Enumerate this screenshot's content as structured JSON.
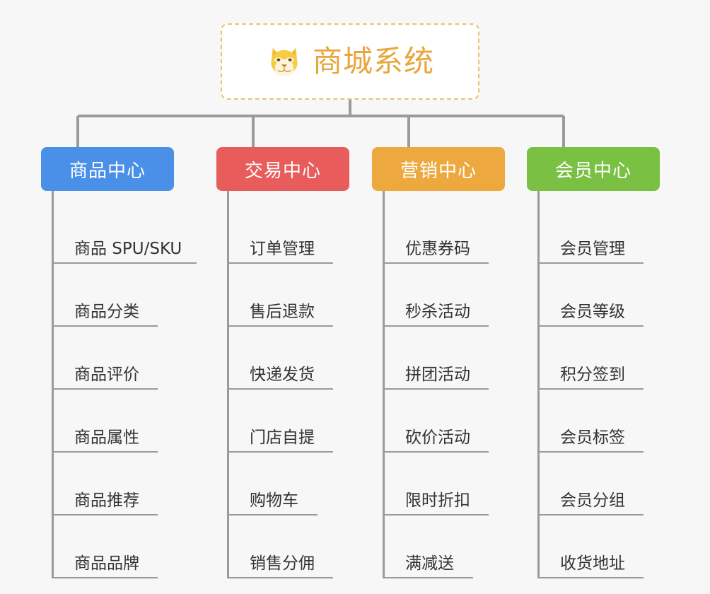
{
  "background_color": "#f7f7f7",
  "root": {
    "title": "商城系统",
    "icon": "shiba-dog-face-icon",
    "text_color": "#e8a63c",
    "border_color": "#f0c070",
    "background": "#ffffff"
  },
  "connector_color": "#9a9a9a",
  "columns": [
    {
      "id": "product-center",
      "title": "商品中心",
      "color": "#4a90e8",
      "items": [
        {
          "label": "商品 SPU/SKU",
          "underline_width": 205
        },
        {
          "label": "商品分类",
          "underline_width": 150
        },
        {
          "label": "商品评价",
          "underline_width": 150
        },
        {
          "label": "商品属性",
          "underline_width": 150
        },
        {
          "label": "商品推荐",
          "underline_width": 150
        },
        {
          "label": "商品品牌",
          "underline_width": 150
        }
      ]
    },
    {
      "id": "trade-center",
      "title": "交易中心",
      "color": "#e85c5c",
      "items": [
        {
          "label": "订单管理",
          "underline_width": 150
        },
        {
          "label": "售后退款",
          "underline_width": 150
        },
        {
          "label": "快递发货",
          "underline_width": 150
        },
        {
          "label": "门店自提",
          "underline_width": 150
        },
        {
          "label": "购物车",
          "underline_width": 128
        },
        {
          "label": "销售分佣",
          "underline_width": 150
        }
      ]
    },
    {
      "id": "marketing-center",
      "title": "营销中心",
      "color": "#eda93e",
      "items": [
        {
          "label": "优惠券码",
          "underline_width": 150
        },
        {
          "label": "秒杀活动",
          "underline_width": 150
        },
        {
          "label": "拼团活动",
          "underline_width": 150
        },
        {
          "label": "砍价活动",
          "underline_width": 150
        },
        {
          "label": "限时折扣",
          "underline_width": 150
        },
        {
          "label": "满减送",
          "underline_width": 128
        }
      ]
    },
    {
      "id": "member-center",
      "title": "会员中心",
      "color": "#7ac143",
      "items": [
        {
          "label": "会员管理",
          "underline_width": 150
        },
        {
          "label": "会员等级",
          "underline_width": 150
        },
        {
          "label": "积分签到",
          "underline_width": 150
        },
        {
          "label": "会员标签",
          "underline_width": 150
        },
        {
          "label": "会员分组",
          "underline_width": 150
        },
        {
          "label": "收货地址",
          "underline_width": 150
        }
      ]
    }
  ]
}
